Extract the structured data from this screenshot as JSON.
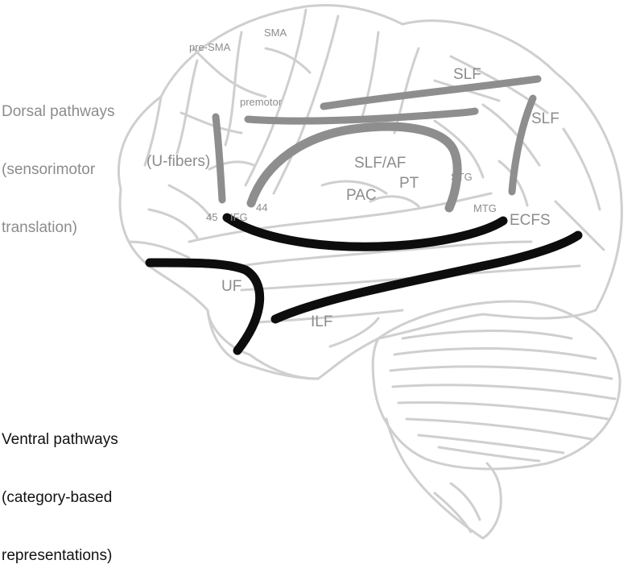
{
  "captions": {
    "dorsal": [
      "Dorsal pathways",
      "(sensorimotor",
      "translation)"
    ],
    "ventral": [
      "Ventral pathways",
      "(category-based",
      "representations)"
    ]
  },
  "labels": {
    "pre_sma": "pre-SMA",
    "sma": "SMA",
    "premotor": "premotor",
    "slf_top": "SLF",
    "slf_right": "SLF",
    "u_fibers": "(U-fibers)",
    "slf_af": "SLF/AF",
    "pt": "PT",
    "stg": "STG",
    "pac": "PAC",
    "area_44": "44",
    "area_45": "45",
    "ifg": "IFG",
    "mtg": "MTG",
    "ecfs": "ECFS",
    "uf": "UF",
    "ilf": "ILF"
  },
  "colors": {
    "dorsal_tract": "#8e8e8e",
    "ventral_tract": "#0d0d0d",
    "brain_outline": "#cfcfcf",
    "label_gray": "#8c8c8c"
  }
}
